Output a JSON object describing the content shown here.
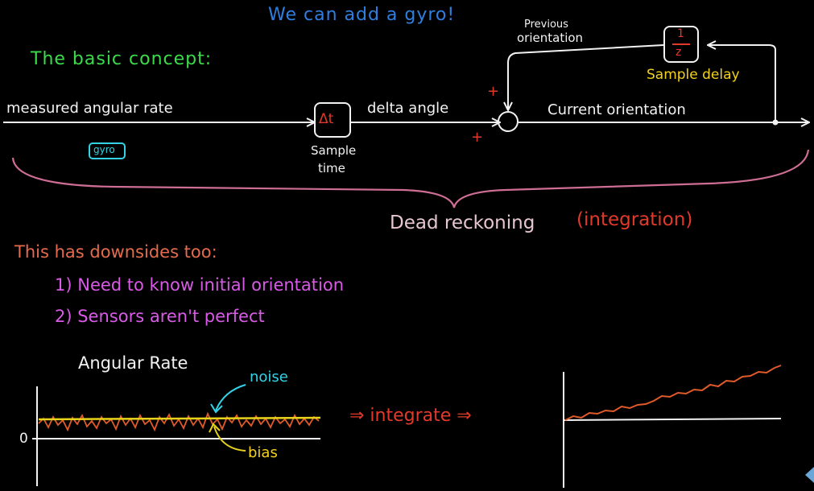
{
  "title": "We can add a gyro!",
  "concept_heading": "The basic concept:",
  "diagram": {
    "input_label": "measured angular rate",
    "gyro_tag": "gyro",
    "sample_time_block": "Δt",
    "sample_time_caption_1": "Sample",
    "sample_time_caption_2": "time",
    "delta_label": "delta angle",
    "plus_top": "+",
    "plus_bottom": "+",
    "previous_label_1": "Previous",
    "previous_label_2": "orientation",
    "delay_numerator": "1",
    "delay_denominator": "z",
    "delay_caption": "Sample delay",
    "output_label": "Current orientation",
    "brace_label_1": "Dead reckoning",
    "brace_label_2": "(integration)"
  },
  "downsides": {
    "heading": "This has downsides too:",
    "items": [
      "1) Need to know initial orientation",
      "2) Sensors aren't perfect"
    ]
  },
  "plot": {
    "title": "Angular Rate",
    "noise_label": "noise",
    "bias_label": "bias",
    "zero_label": "0",
    "integrate_label": "⇒ integrate ⇒"
  },
  "colors": {
    "title": "#2f7fe0",
    "heading": "#3adc4a",
    "diagram": "#f2f2f2",
    "accent": "#e13a2a",
    "caption": "#f5d21a",
    "brace": "#cf6e95",
    "downsides_heading": "#e56b4d",
    "list": "#d95ae6",
    "gyro_tag": "#33d2e6",
    "noise_trace": "#e05a2a",
    "bias_line": "#e8d21a"
  }
}
